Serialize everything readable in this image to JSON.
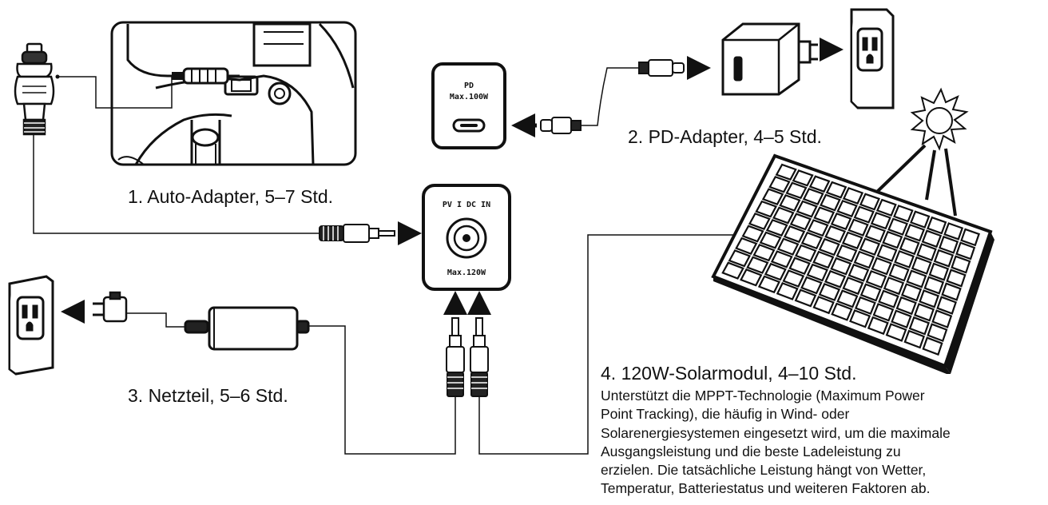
{
  "captions": {
    "auto_adapter": "1. Auto-Adapter, 5–7 Std.",
    "pd_adapter": "2. PD-Adapter, 4–5 Std.",
    "power_supply": "3. Netzteil, 5–6 Std.",
    "solar_panel": "4. 120W-Solarmodul, 4–10 Std."
  },
  "solar_description": [
    "Unterstützt die MPPT-Technologie (Maximum Power",
    "Point Tracking), die häufig in Wind- oder",
    "Solarenergiesystemen eingesetzt wird, um die maximale",
    "Ausgangsleistung und die beste Ladeleistung zu",
    "erzielen. Die tatsächliche Leistung hängt von Wetter,",
    "Temperatur, Batteriestatus und weiteren Faktoren ab."
  ],
  "ports": {
    "pd": {
      "line1": "PD",
      "line2": "Max.100W"
    },
    "dc": {
      "line1": "PV I DC IN",
      "line2": "Max.120W"
    }
  }
}
